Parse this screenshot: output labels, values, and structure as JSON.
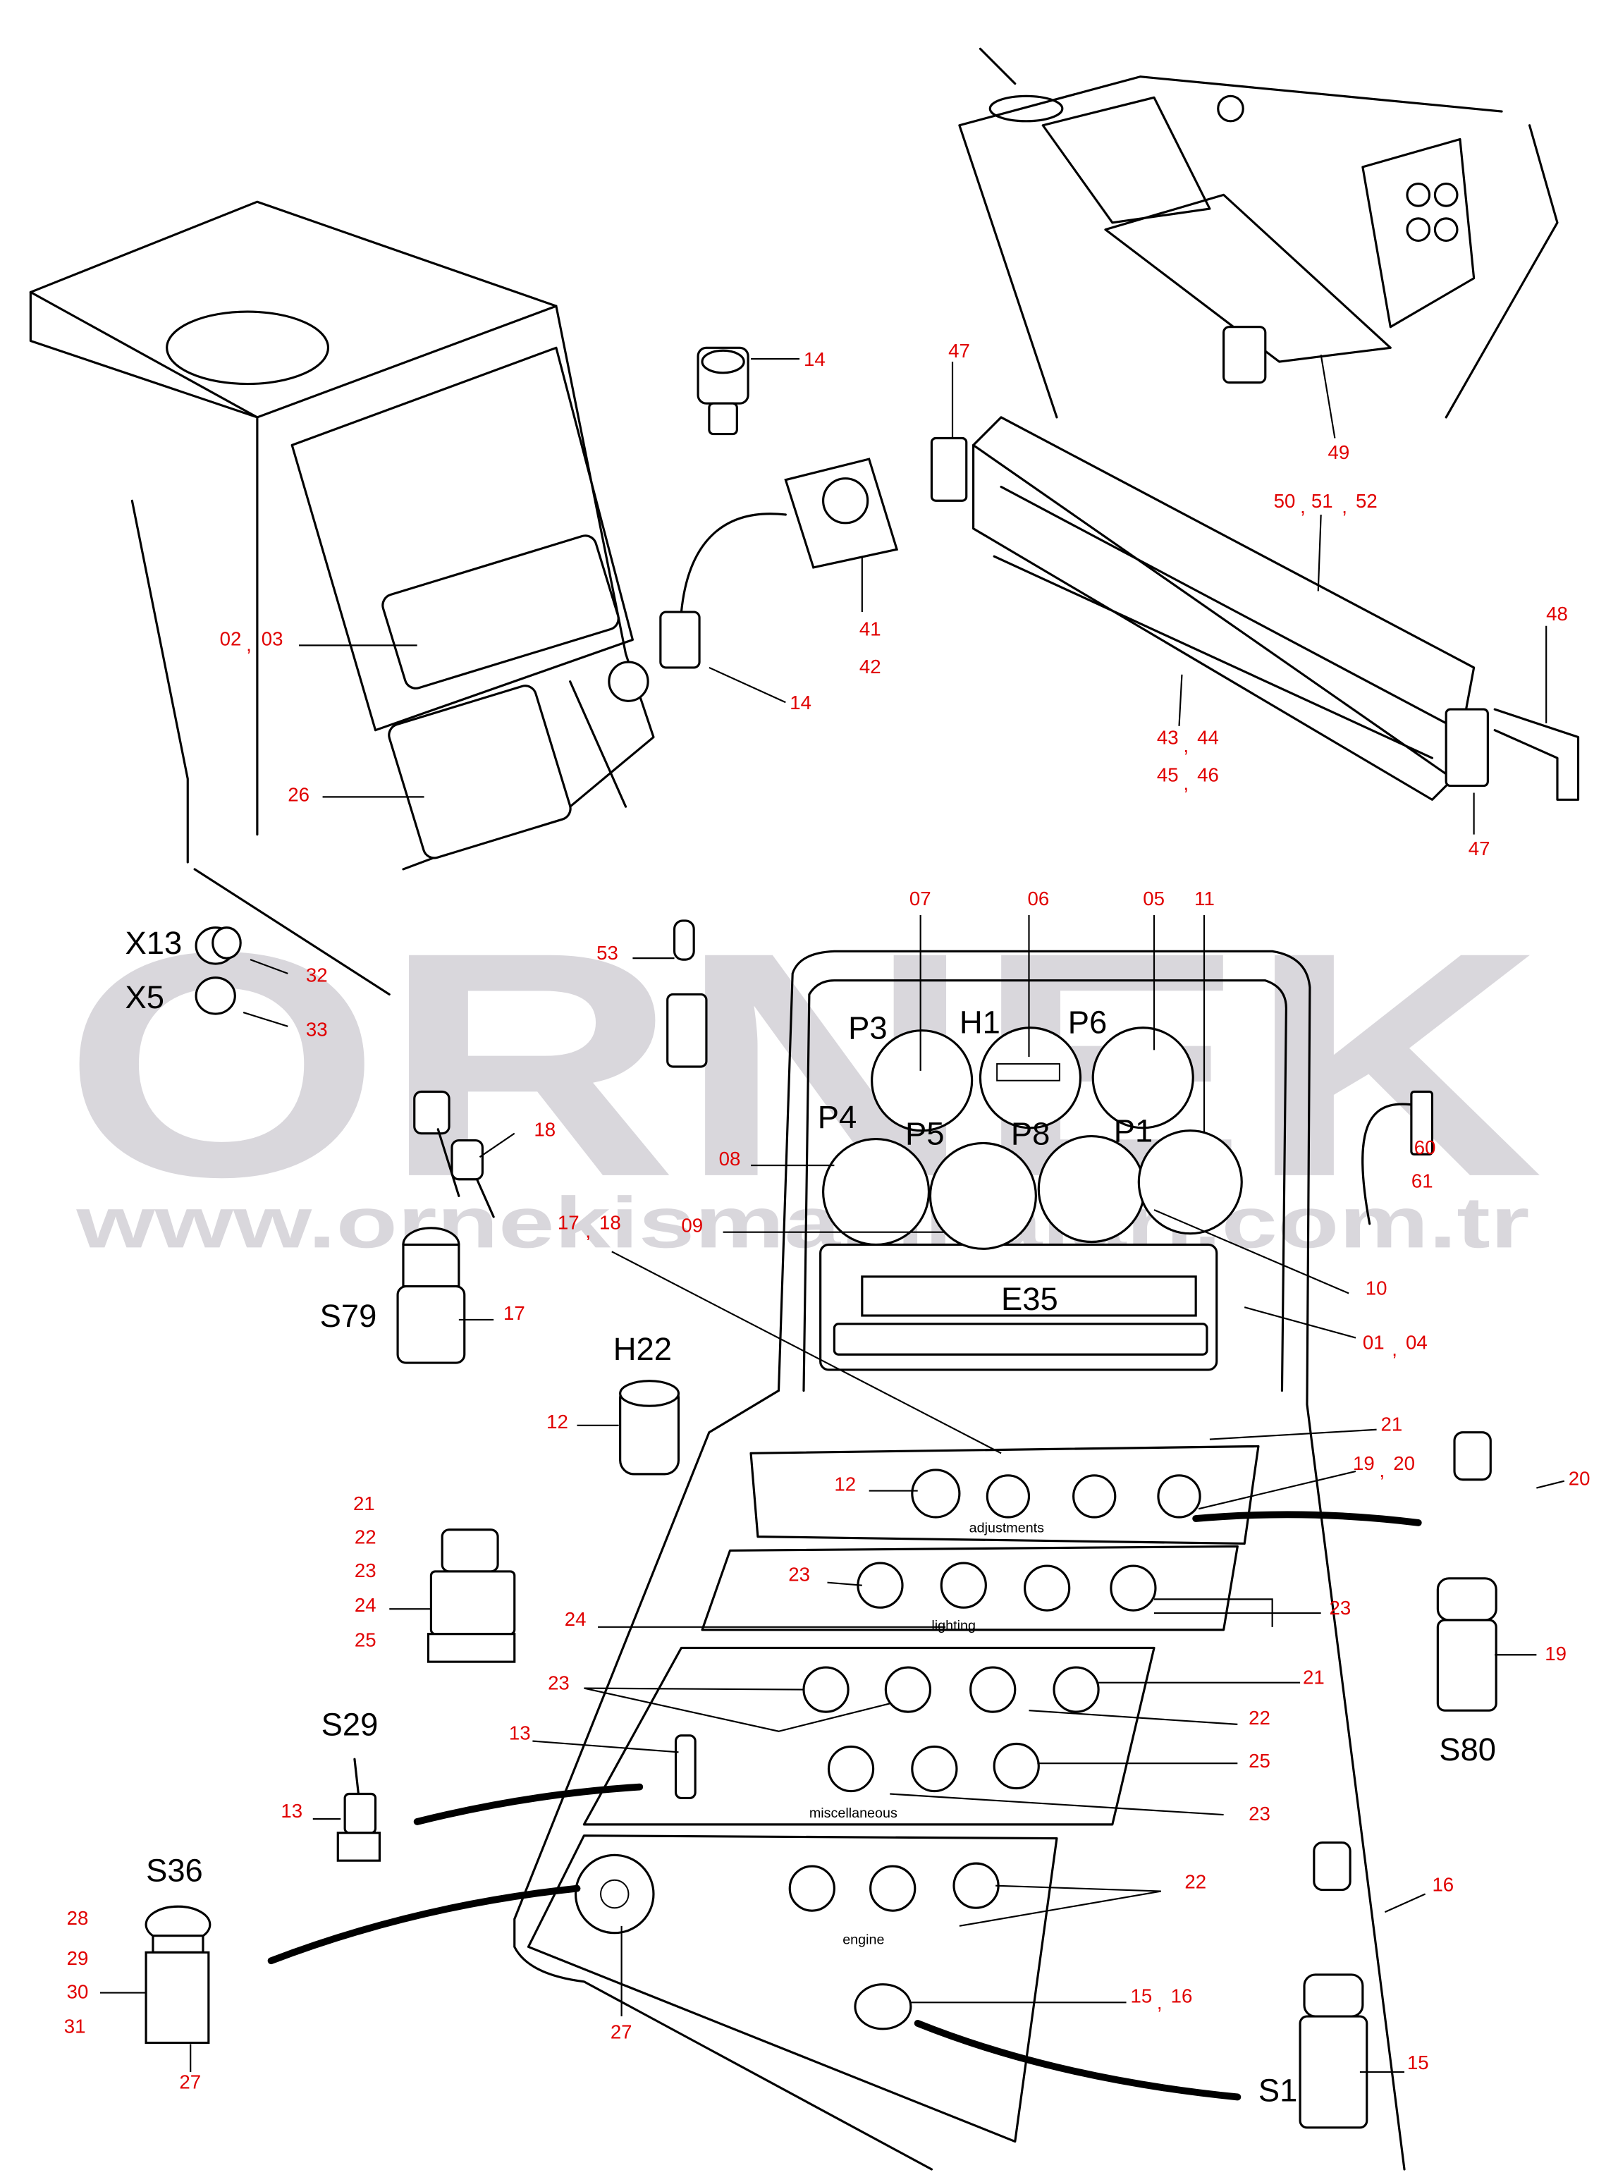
{
  "watermark": {
    "brand": "ORNEK",
    "url": "www.ornekismakinalari.com.tr"
  },
  "component_labels": {
    "X13": "X13",
    "X5": "X5",
    "P3": "P3",
    "H1": "H1",
    "P6": "P6",
    "P4": "P4",
    "P5": "P5",
    "P8": "P8",
    "P1": "P1",
    "E35": "E35",
    "S79": "S79",
    "H22": "H22",
    "S29": "S29",
    "S80": "S80",
    "S36": "S36",
    "S1": "S1"
  },
  "panel_sections": {
    "adjustments": "adjustments",
    "lighting": "lighting",
    "miscellaneous": "miscellaneous",
    "engine": "engine"
  },
  "part_numbers": [
    "14",
    "47",
    "49",
    "50",
    "51",
    "52",
    "48",
    "41",
    "42",
    "02",
    "03",
    "14",
    "43",
    "44",
    "45",
    "46",
    "26",
    "47",
    "07",
    "06",
    "05",
    "11",
    "32",
    "33",
    "53",
    "18",
    "08",
    "60",
    "61",
    "09",
    "17",
    "18",
    "17",
    "10",
    "01",
    "04",
    "12",
    "21",
    "19",
    "20",
    "20",
    "12",
    "21",
    "22",
    "23",
    "24",
    "25",
    "23",
    "24",
    "23",
    "19",
    "21",
    "23",
    "22",
    "13",
    "25",
    "13",
    "23",
    "22",
    "16",
    "28",
    "29",
    "30",
    "31",
    "27",
    "27",
    "15",
    "16",
    "15"
  ],
  "separator": ","
}
